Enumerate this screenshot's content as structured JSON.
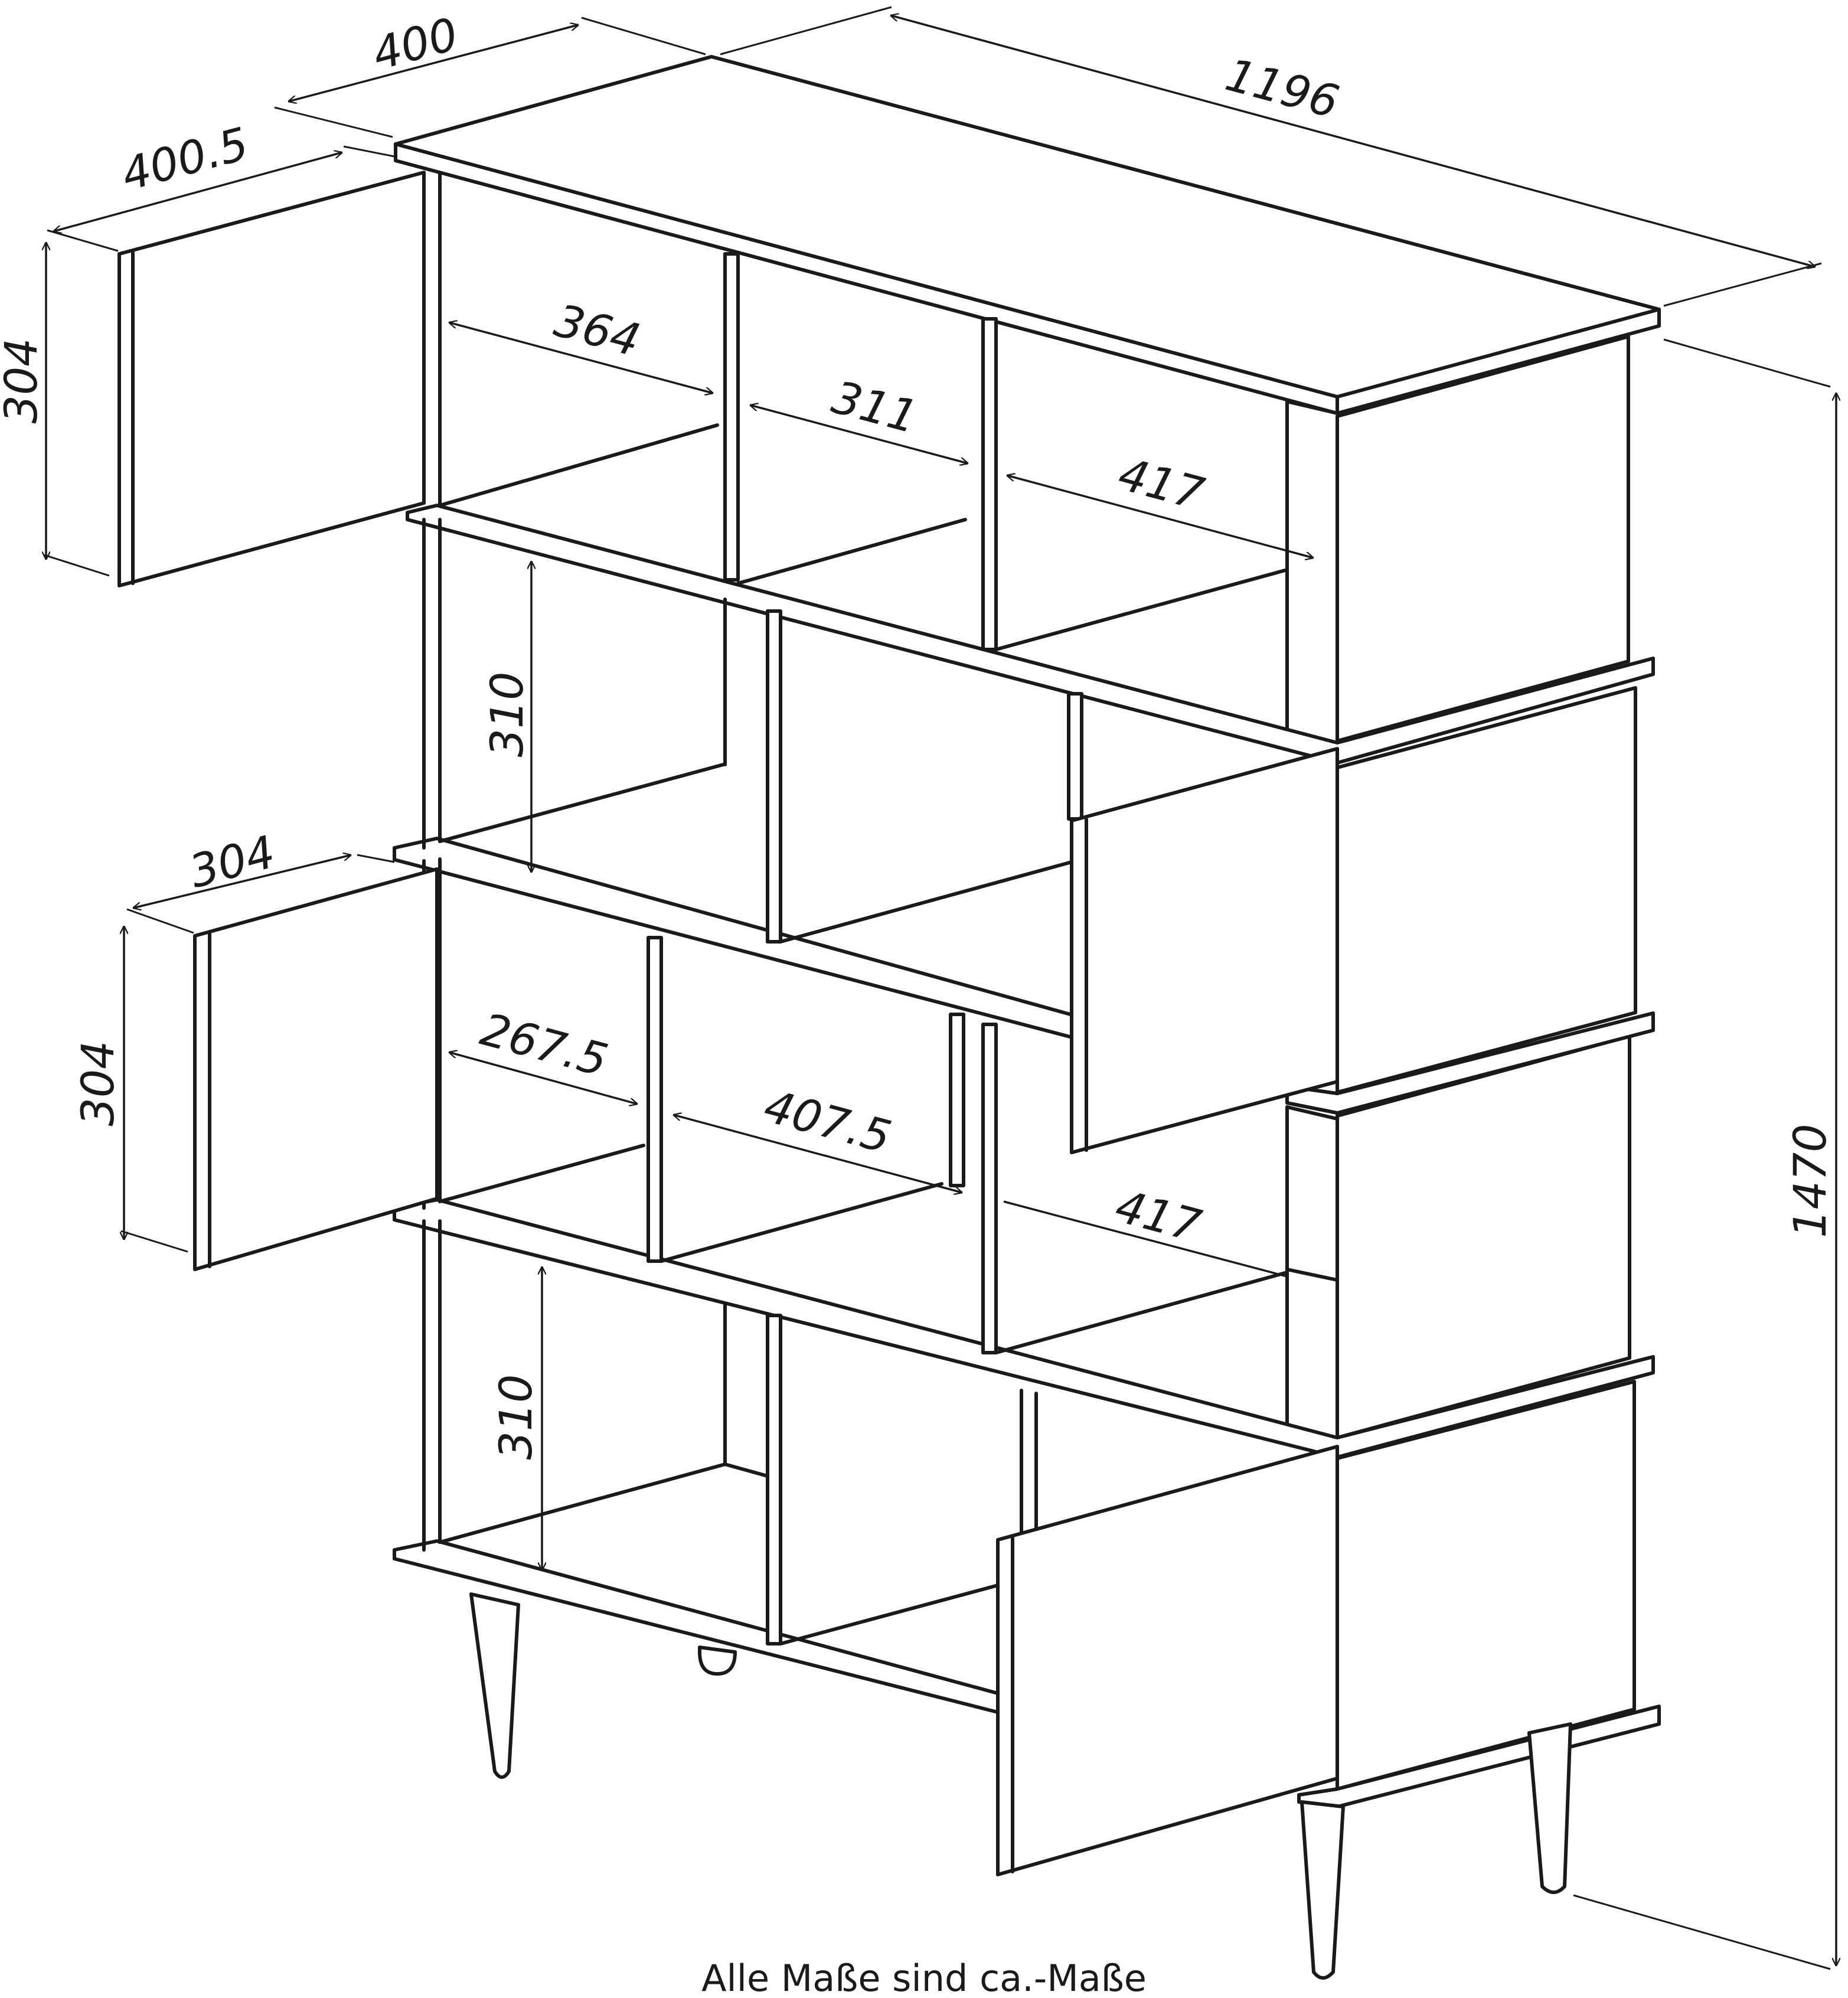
{
  "dimensions": {
    "top_depth": "400",
    "total_width": "1196",
    "door_top_width": "400.5",
    "door_top_height": "304",
    "inner_364": "364",
    "inner_311": "311",
    "inner_417_top": "417",
    "shelf_height_upper": "310",
    "door_mid_width": "304",
    "door_mid_height": "304",
    "inner_267_5": "267.5",
    "inner_407_5": "407.5",
    "inner_417_lower": "417",
    "shelf_height_lower": "310",
    "total_height": "1470"
  },
  "footer_note": "Alle Maße sind ca.-Maße",
  "colors": {
    "line": "#1a1a1a",
    "background": "#ffffff"
  }
}
